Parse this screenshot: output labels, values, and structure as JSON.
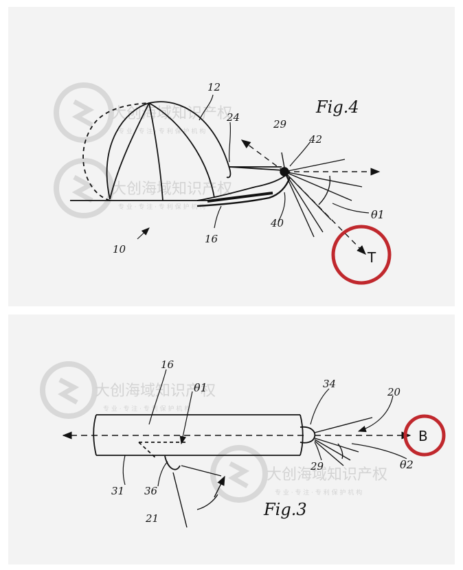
{
  "figures": [
    {
      "title": "Fig.4",
      "labels": {
        "l12": "12",
        "l24": "24",
        "l29": "29",
        "l42": "42",
        "l16": "16",
        "l40": "40",
        "l10": "10",
        "ltheta1": "θ1"
      },
      "highlight": "T"
    },
    {
      "title": "Fig.3",
      "labels": {
        "l16": "16",
        "ltheta1": "θ1",
        "l34": "34",
        "l20": "20",
        "l31": "31",
        "l36": "36",
        "l29": "29",
        "l21": "21",
        "ltheta2": "θ2"
      },
      "highlight": "B"
    }
  ],
  "watermark": {
    "text": "大创海域知识产权",
    "subtext": "专 业 · 专 注 · 专 利 保 护 机 构"
  },
  "colors": {
    "highlight_circle": "#c0282d",
    "ink": "#111111",
    "watermark": "#c9c9c9",
    "panel_bg": "#f3f3f3"
  }
}
